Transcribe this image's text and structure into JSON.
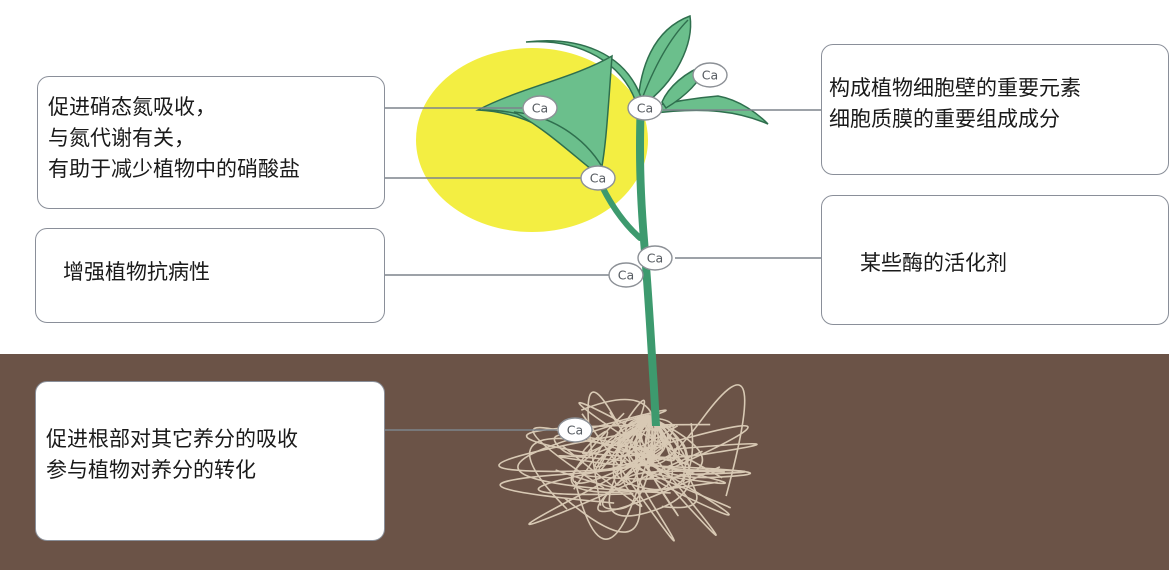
{
  "element_symbol": "Ca",
  "colors": {
    "soil": "#6b5347",
    "stem": "#3d9a6e",
    "leaf": "#6bbf8c",
    "leaf_dark": "#2f6f4e",
    "sun": "#f3ee42",
    "root": "#d8c9b4",
    "box_border": "#8a8f99",
    "connector": "#7d848c"
  },
  "boxes": {
    "leaf_left": {
      "lines": [
        "促进硝态氮吸收，",
        "与氮代谢有关，",
        "有助于减少植物中的硝酸盐"
      ]
    },
    "disease": {
      "lines": [
        "增强植物抗病性"
      ]
    },
    "root": {
      "lines": [
        "促进根部对其它养分的吸收",
        "参与植物对养分的转化"
      ]
    },
    "cell_wall": {
      "lines": [
        "构成植物细胞壁的重要元素",
        "细胞质膜的重要组成成分"
      ]
    },
    "enzyme": {
      "lines": [
        "某些酶的活化剂"
      ]
    }
  }
}
